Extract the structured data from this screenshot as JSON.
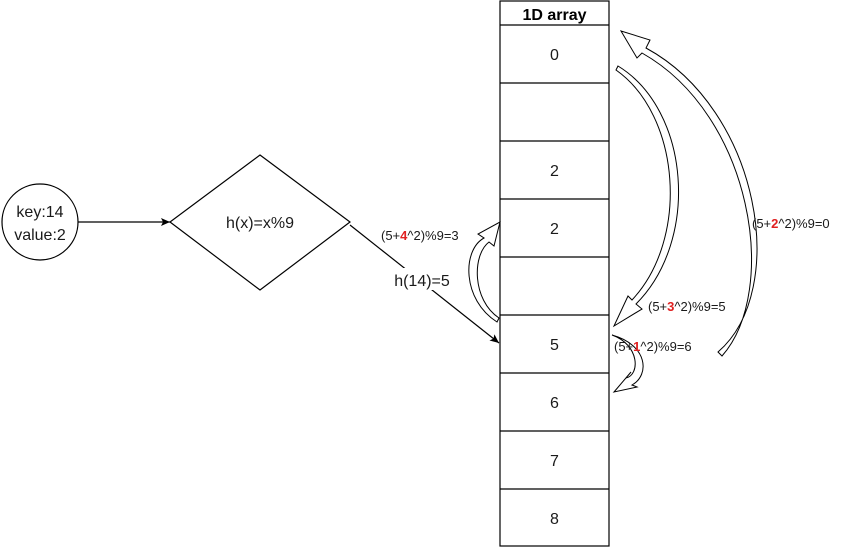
{
  "key_node": {
    "line1": "key:14",
    "line2": "value:2"
  },
  "hash_node": {
    "label": "h(x)=x%9"
  },
  "hash_edge": {
    "label": "h(14)=5"
  },
  "array": {
    "title": "1D array",
    "cells": [
      {
        "text": "0",
        "color": "#1a1a1a"
      },
      {
        "text": "",
        "color": "#1a1a1a"
      },
      {
        "text": "2",
        "color": "#1a1a1a"
      },
      {
        "text": "2",
        "color": "#e02020"
      },
      {
        "text": "",
        "color": "#1a1a1a"
      },
      {
        "text": "5",
        "color": "#1a1a1a"
      },
      {
        "text": "6",
        "color": "#1a1a1a"
      },
      {
        "text": "7",
        "color": "#1a1a1a"
      },
      {
        "text": "8",
        "color": "#1a1a1a"
      }
    ]
  },
  "probes": {
    "p1": {
      "pre": "(5+",
      "hi": "1",
      "post": "^2)%9=6"
    },
    "p2": {
      "pre": "(5+",
      "hi": "2",
      "post": "^2)%9=0"
    },
    "p3": {
      "pre": "(5+",
      "hi": "3",
      "post": "^2)%9=5"
    },
    "p4": {
      "pre": "(5+",
      "hi": "4",
      "post": "^2)%9=3"
    }
  },
  "colors": {
    "highlight": "#e02020",
    "stroke": "#000000"
  }
}
